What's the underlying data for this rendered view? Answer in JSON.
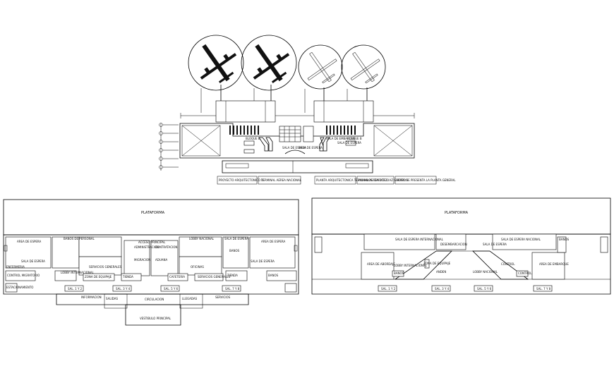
{
  "top_plan": {
    "tables": [
      "BLOQUE B",
      "BLOQUE B",
      "SALA DE ESPERA",
      "SALA DE ESPERA",
      "SALA DE EMBARQUE",
      "SALA DE ESPERA"
    ],
    "title_blocks": [
      "PROYECTO ARQUITECTONICO II",
      "TERMINAL AEREA NACIONAL",
      "PLANTA ARQUITECTONICA TERMINAL AEREA 2022",
      "ALUMNOS: ZARATE DIAZ GERARDO",
      "NOTA: SE PRESENTA LA PLANTA GENERAL"
    ]
  },
  "left_plan": {
    "platform_label": "PLATAFORMA",
    "rooms": [
      "AREA DE ESPERA",
      "SALA DE ESPERA",
      "BANOS DE PERSONAL",
      "ENFERMERIA",
      "SERVICIOS GENERALES",
      "ADMINISTRACION",
      "CONTRATACION",
      "SALA DE ESPERA",
      "AREA DE ESPERA",
      "SALA DE ESPERA",
      "BANOS",
      "LOBBY NACIONAL",
      "LOBBY INTERNACIONAL",
      "CONTROL MIGRATORIO",
      "ZONA DE EQUIPAJE",
      "ACCESO PRINCIPAL",
      "VESTIBULO PRINCIPAL",
      "CIRCULACION",
      "MIGRACION",
      "ADUANA",
      "OFICINAS",
      "SERVICIOS",
      "INFORMACION",
      "TIENDA",
      "CAFETERIA",
      "SALIDAS",
      "LLEGADAS",
      "ESTACIONAMIENTO",
      "SERVICIOS GENERALES",
      "TIENDA",
      "BANOS"
    ],
    "signs": [
      "SAL. 1 Y 2",
      "SAL. 3 Y 4",
      "SAL. 5 Y 6",
      "SAL. 7 Y 8"
    ]
  },
  "right_plan": {
    "platform_label": "PLATAFORMA",
    "rooms": [
      "SALA DE ESPERA INTERNACIONAL",
      "DESEMBARCACION",
      "SALA DE ESPERA NACIONAL",
      "SALA DE ESPERA",
      "AREA DE ABORDAJE",
      "LOBBY INTERNACIONAL",
      "ZONA DE EQUIPAJE",
      "LOBBY NACIONAL",
      "CONTROL",
      "AREA DE EMBARQUE",
      "BANOS",
      "ANDEN",
      "CONTROL",
      "BANOS"
    ],
    "signs": [
      "SAL. 1 Y 2",
      "SAL. 3 Y 4",
      "SAL. 5 Y 6",
      "SAL. 7 Y 8"
    ]
  }
}
